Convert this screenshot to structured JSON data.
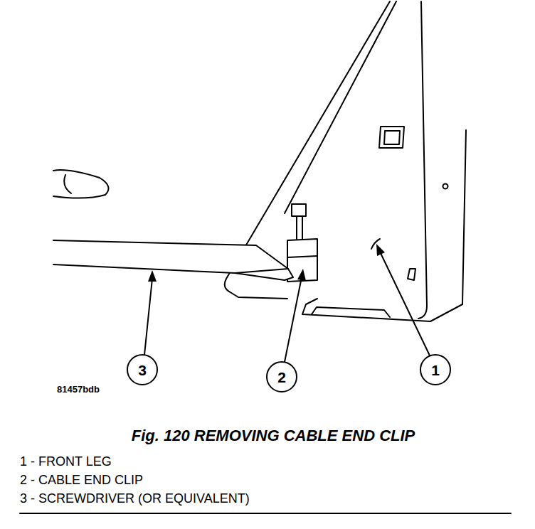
{
  "diagram": {
    "caption": "Fig. 120 REMOVING CABLE END CLIP",
    "labels": [
      "3",
      "2",
      "1",
      "81457bdb",
      "1 - FRONT LEG",
      "2 - CABLE END CLIP",
      "3 - SCREWDRIVER (OR EQUIVALENT)"
    ]
  }
}
